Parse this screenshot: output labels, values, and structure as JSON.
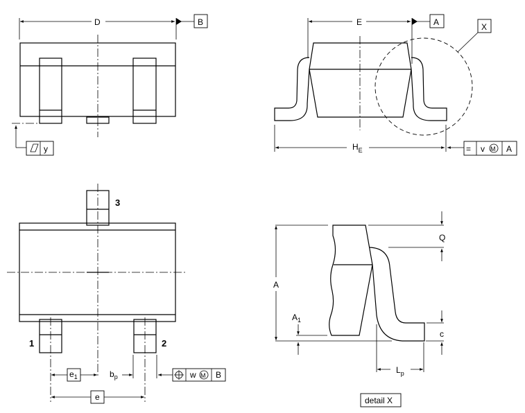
{
  "top_view": {
    "dim_D": "D",
    "datum_B": "B",
    "flatness_symbol": "▱",
    "flatness_tol": "y"
  },
  "side_view": {
    "dim_E": "E",
    "datum_A": "A",
    "detail_ref": "X",
    "dim_HE": "H",
    "dim_HE_sub": "E",
    "tol_symbol": "=",
    "tol_value": "v",
    "tol_modifier": "M",
    "tol_datum": "A"
  },
  "bottom_view": {
    "pin_1": "1",
    "pin_2": "2",
    "pin_3": "3",
    "dim_e1": "e",
    "dim_e1_sub": "1",
    "dim_bp": "b",
    "dim_bp_sub": "p",
    "dim_e": "e",
    "pos_symbol": "⌖",
    "pos_tol": "w",
    "pos_modifier": "M",
    "pos_datum": "B"
  },
  "detail": {
    "dim_A": "A",
    "dim_A1": "A",
    "dim_A1_sub": "1",
    "dim_Q": "Q",
    "dim_c": "c",
    "dim_Lp": "L",
    "dim_Lp_sub": "p",
    "caption": "detail X"
  }
}
